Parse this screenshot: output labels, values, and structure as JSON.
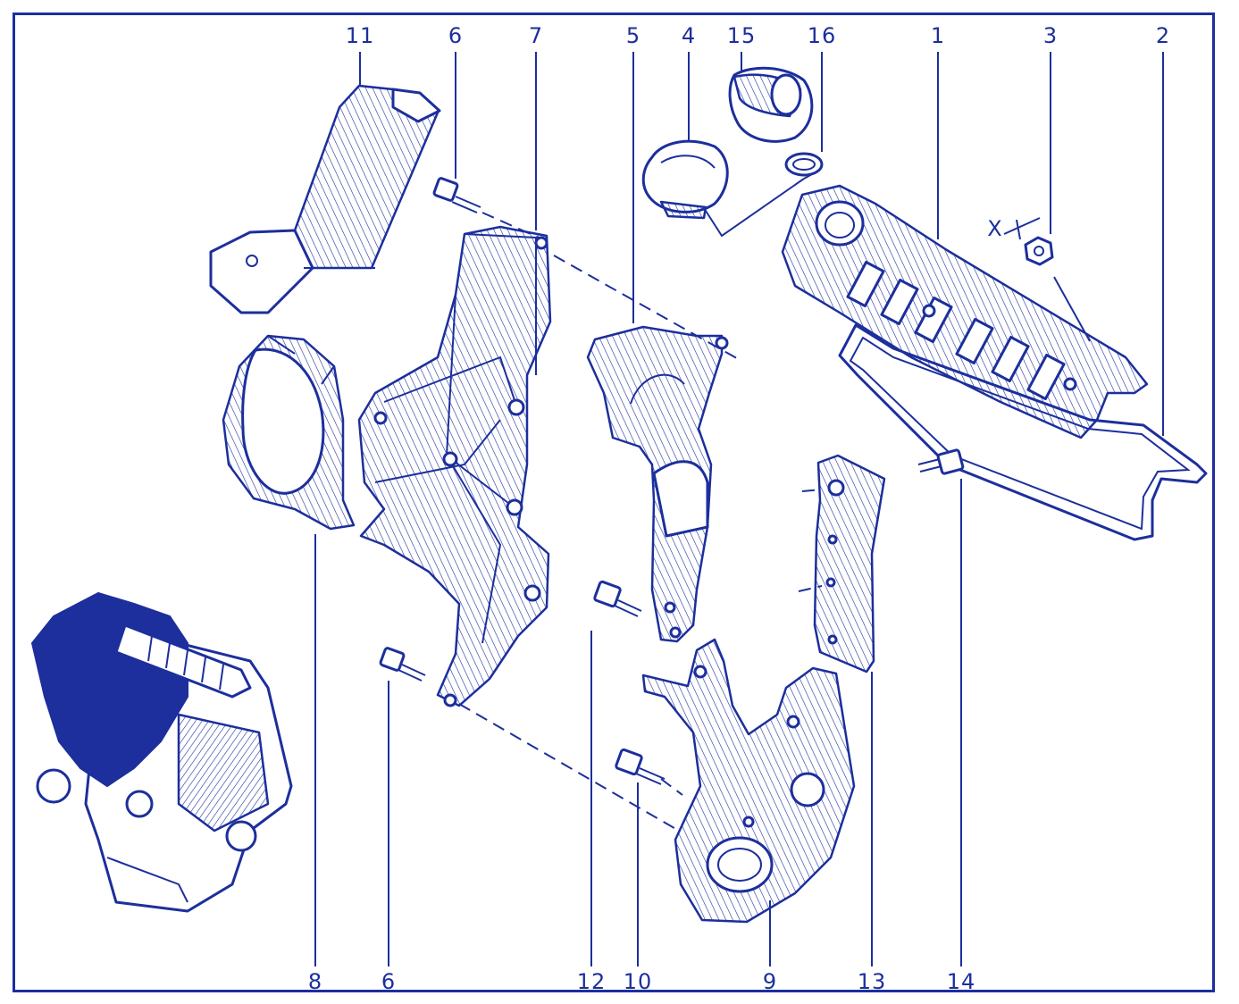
{
  "diagram": {
    "line_color": "#1c2f9c",
    "background": "#ffffff",
    "top_callouts": [
      "11",
      "6",
      "7",
      "5",
      "4",
      "15",
      "16",
      "1",
      "3",
      "2"
    ],
    "bottom_callouts": [
      "8",
      "6",
      "12",
      "10",
      "9",
      "13",
      "14"
    ],
    "axis_marker": "X"
  }
}
